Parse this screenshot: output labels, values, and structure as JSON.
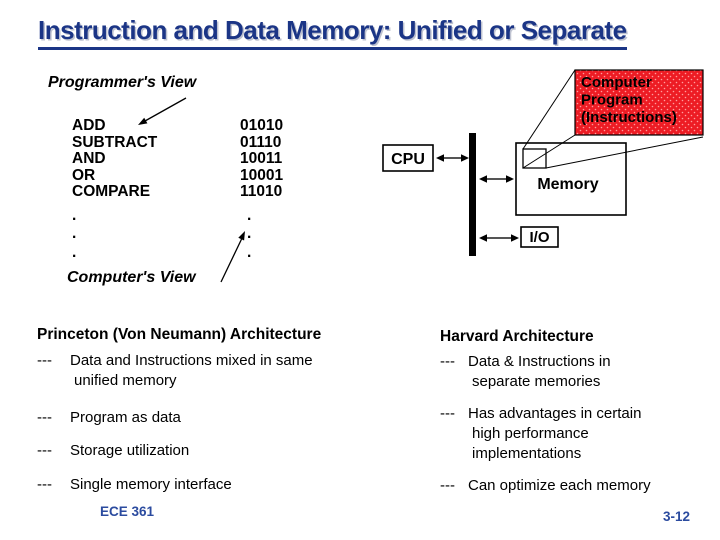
{
  "title": "Instruction and Data Memory: Unified or Separate",
  "programmers_view": {
    "label": "Programmer's View"
  },
  "computers_view": {
    "label": "Computer's View"
  },
  "instructions": {
    "rows": [
      {
        "mnemonic": "ADD",
        "code": "01010"
      },
      {
        "mnemonic": "SUBTRACT",
        "code": "01110"
      },
      {
        "mnemonic": "AND",
        "code": "10011"
      },
      {
        "mnemonic": "OR",
        "code": "10001"
      },
      {
        "mnemonic": "COMPARE",
        "code": "11010"
      }
    ],
    "dot": ".",
    "ellipsis_row_count": 3
  },
  "diagram": {
    "cpu_label": "CPU",
    "memory_label": "Memory",
    "io_label": "I/O",
    "callout": {
      "lines": [
        "Computer",
        "Program",
        "(Instructions)"
      ],
      "fill_color": "#ed1c24",
      "dot_color": "#ff9e9e"
    },
    "icons": {
      "double_arrow": "↔",
      "pointer_arrow": "→"
    }
  },
  "columns": {
    "princeton": {
      "heading": "Princeton (Von Neumann) Architecture",
      "bullet_marker": "---",
      "items": [
        {
          "lines": [
            "Data and Instructions mixed in same",
            "unified memory"
          ]
        },
        {
          "lines": [
            "Program as data"
          ]
        },
        {
          "lines": [
            "Storage utilization"
          ]
        },
        {
          "lines": [
            "Single memory interface"
          ]
        }
      ]
    },
    "harvard": {
      "heading": "Harvard Architecture",
      "bullet_marker": "---",
      "items": [
        {
          "lines": [
            "Data & Instructions in",
            "separate memories"
          ]
        },
        {
          "lines": [
            "Has advantages in certain",
            "high performance",
            "implementations"
          ]
        },
        {
          "lines": [
            "Can optimize each memory"
          ]
        }
      ]
    }
  },
  "footer": {
    "course": "ECE 361",
    "page": "3-12"
  },
  "colors": {
    "title_blue": "#1b3586",
    "footer_blue": "#2b4b9f",
    "callout_red": "#ed1c24",
    "body_text": "#000000",
    "background": "#ffffff"
  }
}
